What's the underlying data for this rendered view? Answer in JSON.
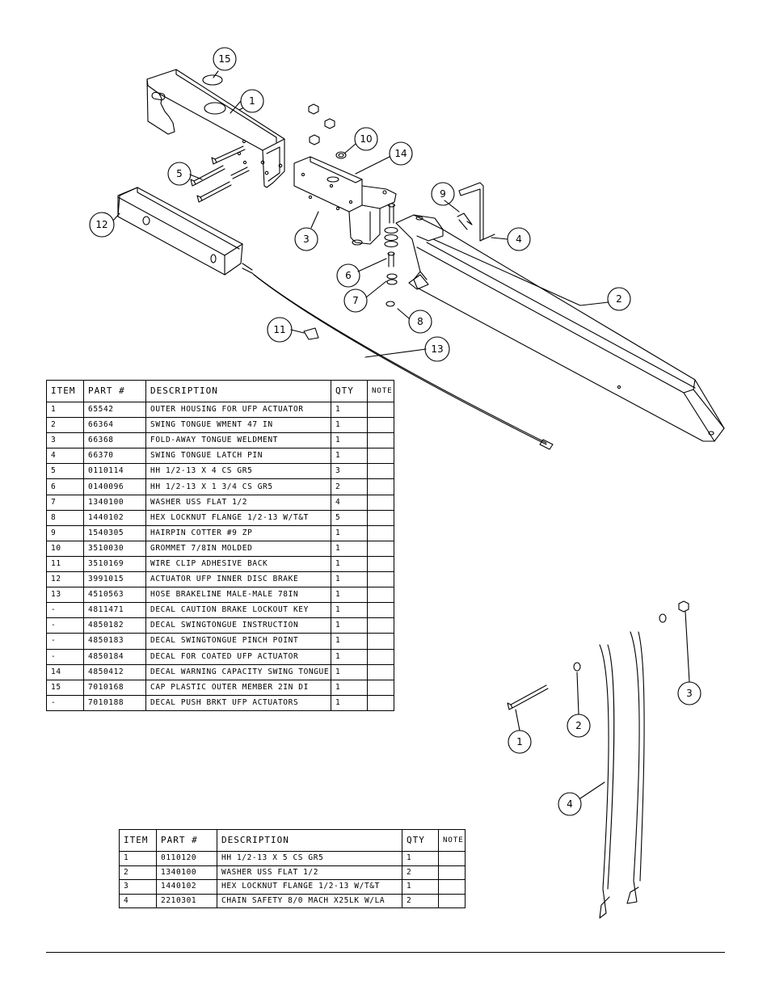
{
  "main_table": {
    "headers": {
      "item": "ITEM",
      "part": "PART #",
      "description": "DESCRIPTION",
      "qty": "QTY",
      "note": "NOTE"
    },
    "rows": [
      {
        "item": "1",
        "part": "65542",
        "description": "OUTER HOUSING FOR UFP ACTUATOR",
        "qty": "1",
        "note": ""
      },
      {
        "item": "2",
        "part": "66364",
        "description": "SWING TONGUE WMENT 47 IN",
        "qty": "1",
        "note": ""
      },
      {
        "item": "3",
        "part": "66368",
        "description": "FOLD-AWAY TONGUE WELDMENT",
        "qty": "1",
        "note": ""
      },
      {
        "item": "4",
        "part": "66370",
        "description": "SWING TONGUE LATCH PIN",
        "qty": "1",
        "note": ""
      },
      {
        "item": "5",
        "part": "0110114",
        "description": "HH 1/2-13 X 4 CS GR5",
        "qty": "3",
        "note": ""
      },
      {
        "item": "6",
        "part": "0140096",
        "description": "HH 1/2-13 X 1 3/4 CS GR5",
        "qty": "2",
        "note": ""
      },
      {
        "item": "7",
        "part": "1340100",
        "description": "WASHER USS FLAT 1/2",
        "qty": "4",
        "note": ""
      },
      {
        "item": "8",
        "part": "1440102",
        "description": "HEX LOCKNUT FLANGE 1/2-13 W/T&T",
        "qty": "5",
        "note": ""
      },
      {
        "item": "9",
        "part": "1540305",
        "description": "HAIRPIN COTTER #9 ZP",
        "qty": "1",
        "note": ""
      },
      {
        "item": "10",
        "part": "3510030",
        "description": "GROMMET  7/8IN MOLDED",
        "qty": "1",
        "note": ""
      },
      {
        "item": "11",
        "part": "3510169",
        "description": "WIRE CLIP   ADHESIVE BACK",
        "qty": "1",
        "note": ""
      },
      {
        "item": "12",
        "part": "3991015",
        "description": "ACTUATOR UFP INNER  DISC BRAKE",
        "qty": "1",
        "note": ""
      },
      {
        "item": "13",
        "part": "4510563",
        "description": "HOSE BRAKELINE MALE-MALE 78IN",
        "qty": "1",
        "note": ""
      },
      {
        "item": "-",
        "part": "4811471",
        "description": "DECAL CAUTION BRAKE LOCKOUT KEY",
        "qty": "1",
        "note": ""
      },
      {
        "item": "-",
        "part": "4850182",
        "description": "DECAL SWINGTONGUE INSTRUCTION",
        "qty": "1",
        "note": ""
      },
      {
        "item": "-",
        "part": "4850183",
        "description": "DECAL SWINGTONGUE PINCH POINT",
        "qty": "1",
        "note": ""
      },
      {
        "item": "-",
        "part": "4850184",
        "description": "DECAL FOR COATED UFP ACTUATOR",
        "qty": "1",
        "note": ""
      },
      {
        "item": "14",
        "part": "4850412",
        "description": "DECAL WARNING CAPACITY SWING TONGUE",
        "qty": "1",
        "note": ""
      },
      {
        "item": "15",
        "part": "7010168",
        "description": "CAP  PLASTIC OUTER MEMBER 2IN DI",
        "qty": "1",
        "note": ""
      },
      {
        "item": "-",
        "part": "7010188",
        "description": "DECAL PUSH BRKT UFP ACTUATORS",
        "qty": "1",
        "note": ""
      }
    ]
  },
  "chain_table": {
    "headers": {
      "item": "ITEM",
      "part": "PART #",
      "description": "DESCRIPTION",
      "qty": "QTY",
      "note": "NOTE"
    },
    "rows": [
      {
        "item": "1",
        "part": "0110120",
        "description": "HH 1/2-13 X 5 CS GR5",
        "qty": "1",
        "note": ""
      },
      {
        "item": "2",
        "part": "1340100",
        "description": "WASHER USS FLAT 1/2",
        "qty": "2",
        "note": ""
      },
      {
        "item": "3",
        "part": "1440102",
        "description": "HEX LOCKNUT FLANGE 1/2-13 W/T&T",
        "qty": "1",
        "note": ""
      },
      {
        "item": "4",
        "part": "2210301",
        "description": "CHAIN SAFETY 8/0 MACH X25LK W/LA",
        "qty": "2",
        "note": ""
      }
    ]
  },
  "callouts_main": [
    "15",
    "1",
    "10",
    "14",
    "5",
    "9",
    "12",
    "3",
    "4",
    "6",
    "7",
    "2",
    "8",
    "11",
    "13"
  ],
  "callouts_chain": [
    "2",
    "3",
    "1",
    "4"
  ]
}
